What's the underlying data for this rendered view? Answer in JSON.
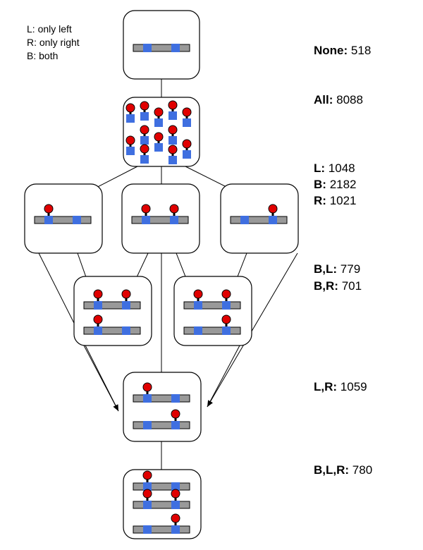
{
  "legend": [
    "L: only left",
    "R: only right",
    "B: both"
  ],
  "counts": [
    {
      "label": "None:",
      "value": "518"
    },
    {
      "label": "All:",
      "value": "8088"
    },
    {
      "label": "L:",
      "value": "1048"
    },
    {
      "label": "B:",
      "value": "2182"
    },
    {
      "label": "R:",
      "value": "1021"
    },
    {
      "label": "B,L:",
      "value": "779"
    },
    {
      "label": "B,R:",
      "value": "701"
    },
    {
      "label": "L,R:",
      "value": "1059"
    },
    {
      "label": "B,L,R:",
      "value": "780"
    }
  ],
  "colors": {
    "bar": "#999999",
    "site": "#3f6fe0",
    "ball": "#e00000",
    "stroke": "#000000"
  }
}
